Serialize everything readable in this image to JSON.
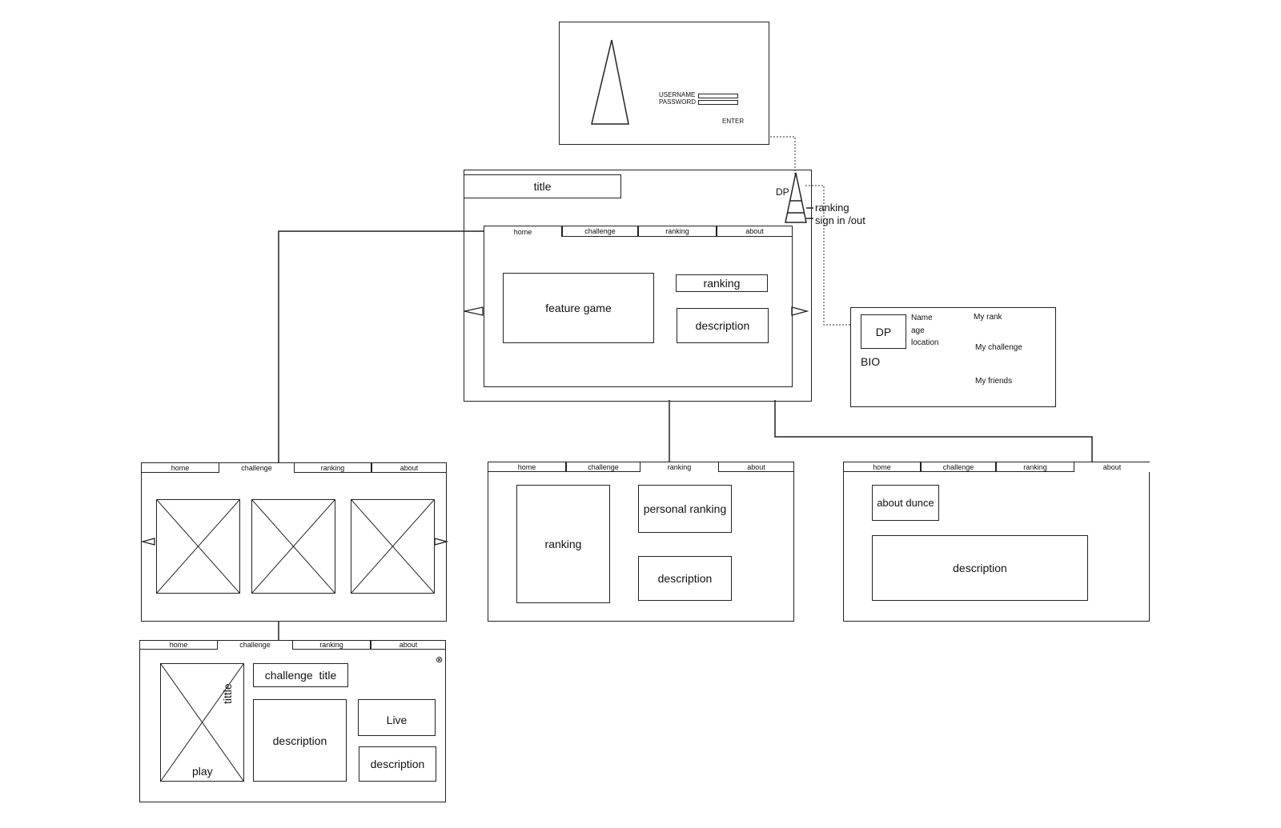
{
  "login": {
    "username_label": "USERNAME",
    "password_label": "PASSWORD",
    "enter_label": "ENTER"
  },
  "home": {
    "title": "title",
    "dp": "DP",
    "dp_menu": [
      "ranking",
      "sign in /out"
    ],
    "tabs": [
      "home",
      "challenge",
      "ranking",
      "about"
    ],
    "feature_game": "feature game",
    "ranking": "ranking",
    "description": "description"
  },
  "profile": {
    "dp": "DP",
    "bio": "BIO",
    "fields": [
      "Name",
      "age",
      "location"
    ],
    "links": [
      "My rank",
      "My challenge",
      "My friends"
    ]
  },
  "challenge_page": {
    "tabs": [
      "home",
      "challenge",
      "ranking",
      "about"
    ]
  },
  "ranking_page": {
    "tabs": [
      "home",
      "challenge",
      "ranking",
      "about"
    ],
    "ranking": "ranking",
    "personal_ranking": "personal ranking",
    "description": "description"
  },
  "about_page": {
    "tabs": [
      "home",
      "challenge",
      "ranking",
      "about"
    ],
    "about_title": "about dunce",
    "description": "description"
  },
  "challenge_detail": {
    "tabs": [
      "home",
      "challenge",
      "ranking",
      "about"
    ],
    "close_symbol": "⊗",
    "play": "play",
    "tittle": "tittle",
    "challenge_title": "challenge  title",
    "description": "description",
    "live": "Live",
    "live_description": "description"
  }
}
